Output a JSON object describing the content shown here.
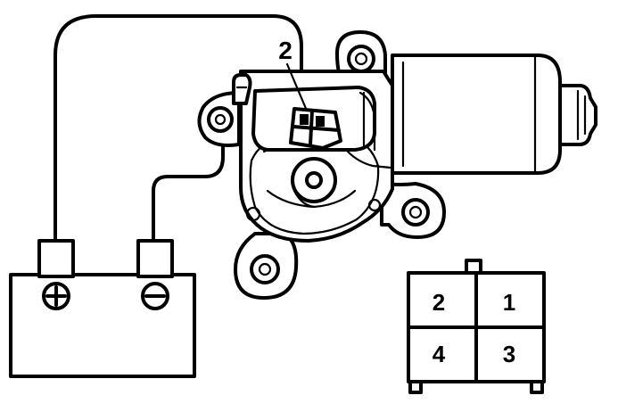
{
  "diagram": {
    "callout_label": "2",
    "connector_pins": [
      "2",
      "1",
      "4",
      "3"
    ],
    "battery_terminals": {
      "positive_icon": "plus-in-circle-icon",
      "negative_icon": "minus-in-circle-icon"
    },
    "colors": {
      "ink": "#000000",
      "paper": "#ffffff"
    }
  }
}
